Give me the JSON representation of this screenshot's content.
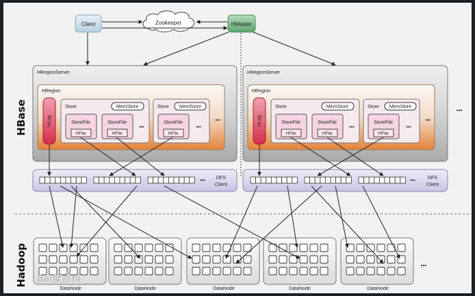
{
  "top": {
    "client": "Client",
    "zookeeper": "Zookeeper",
    "hmaster": "HMaster"
  },
  "layers": {
    "hbase": "HBase",
    "hadoop": "Hadoop"
  },
  "region_servers": [
    {
      "title": "HRegionServer",
      "region_title": "HRegion",
      "hlog": "HLog",
      "stores": [
        {
          "label": "Store",
          "memstore": "MemStore",
          "storefiles": [
            {
              "label": "StoreFile",
              "hfile": "HFile"
            },
            {
              "label": "StoreFile",
              "hfile": "HFile"
            }
          ],
          "more": "•••"
        },
        {
          "label": "Store",
          "memstore": "MemStore",
          "storefiles": [
            {
              "label": "StoreFile",
              "hfile": "HFile"
            }
          ],
          "more": "•••"
        }
      ],
      "more": "•••",
      "dfs_client": [
        "DFS",
        "Client"
      ],
      "dfs_more": "•••"
    },
    {
      "title": "HRegionServer",
      "region_title": "HRegion",
      "hlog": "HLog",
      "stores": [
        {
          "label": "Store",
          "memstore": "MemStore",
          "storefiles": [
            {
              "label": "StoreFile",
              "hfile": "HFile"
            },
            {
              "label": "StoreFile",
              "hfile": "HFile"
            }
          ],
          "more": "•••"
        },
        {
          "label": "Store",
          "memstore": "MemStore",
          "storefiles": [
            {
              "label": "StoreFile",
              "hfile": "HFile"
            }
          ],
          "more": "•••"
        }
      ],
      "more": "•••",
      "dfs_client": [
        "DFS",
        "Client"
      ],
      "dfs_more": "•••"
    }
  ],
  "right_more": "•••",
  "datanodes": [
    "DataNode",
    "DataNode",
    "DataNode",
    "DataNode",
    "DataNode"
  ],
  "datanodes_more": "•••",
  "watermark": "Bai度百科",
  "colors": {
    "frame": "#1e2124",
    "page": "#f2f2f2",
    "client": "#cfe0ec",
    "hmaster": "#7fbf8c",
    "server": "#c8c8c8",
    "region_top": "#fbf7f4",
    "region_bottom": "#e5883c",
    "store": "#f7e9ee",
    "storefile": "#f7d6e2",
    "hlog": "#de3a55",
    "dfs": "#d8d4ec",
    "datanode": "#ececec"
  }
}
